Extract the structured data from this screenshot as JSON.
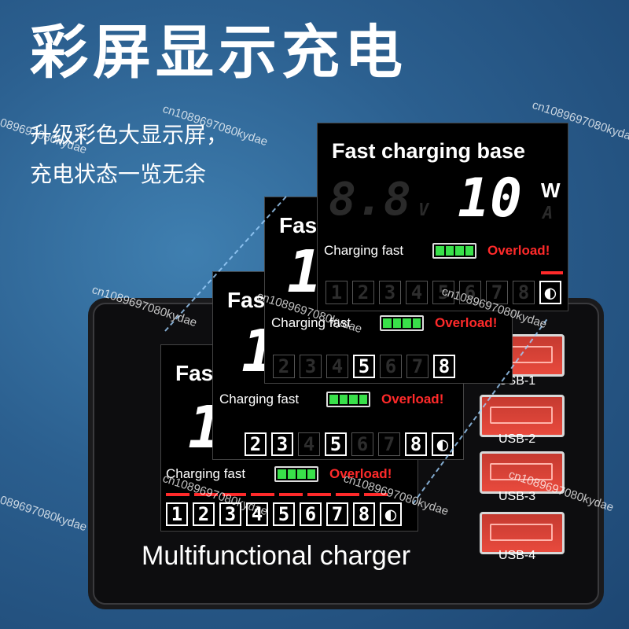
{
  "headline": "彩屏显示充电",
  "subtitle_line1": "升级彩色大显示屏，",
  "subtitle_line2": "充电状态一览无余",
  "watermark": "cn1089697080kydae",
  "brand": "Multifunctional charger",
  "ports": [
    "USB-1",
    "USB-2",
    "USB-3",
    "USB-4"
  ],
  "panel": {
    "title": "Fast charging base",
    "title_short": "Fas",
    "power_value": "10",
    "power_unit": "W",
    "volt_unit": "V",
    "amp_unit": "A",
    "charging_label": "Charging fast",
    "overload_label": "Overload!",
    "slots": [
      "1",
      "2",
      "3",
      "4",
      "5",
      "6",
      "7",
      "8"
    ],
    "digit_one": "1",
    "ghost_digits": "8.8"
  }
}
